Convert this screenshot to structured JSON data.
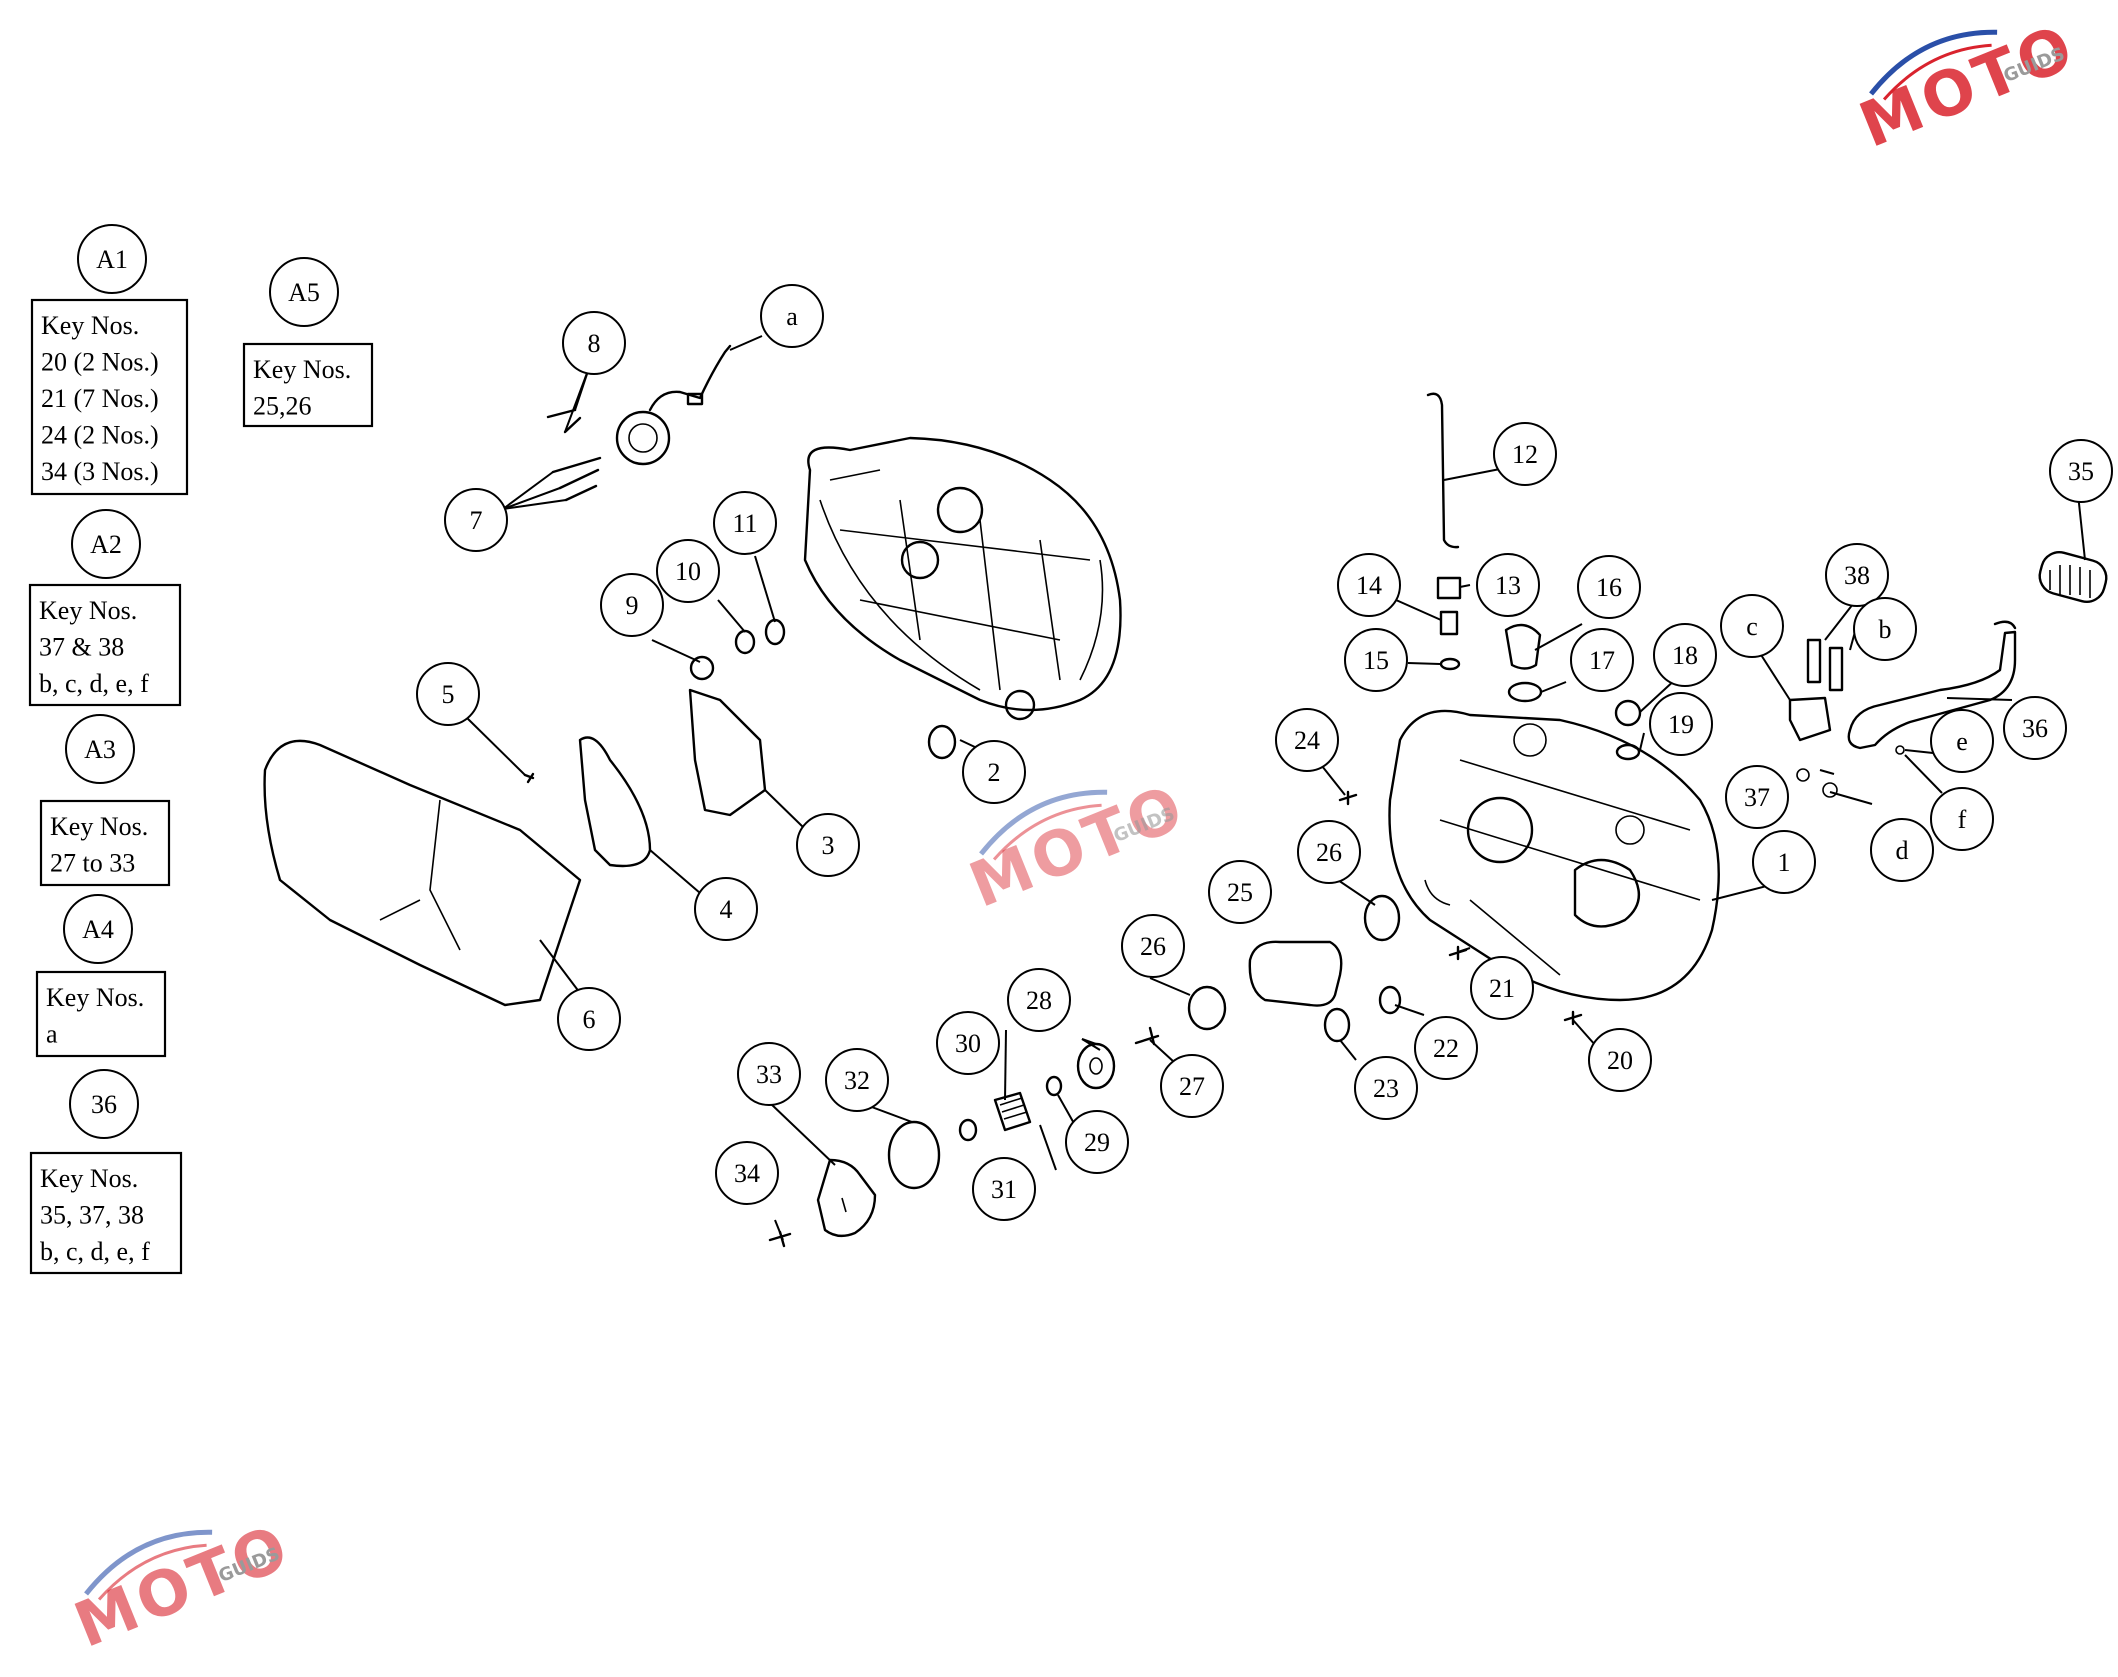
{
  "key_groups": [
    {
      "id": "A1",
      "lines": [
        "Key Nos.",
        "20 (2 Nos.)",
        "21 (7 Nos.)",
        "24 (2 Nos.)",
        "34 (3 Nos.)"
      ]
    },
    {
      "id": "A2",
      "lines": [
        "Key Nos.",
        "37 & 38",
        "b, c, d, e, f"
      ]
    },
    {
      "id": "A3",
      "lines": [
        "Key Nos.",
        "27 to 33"
      ]
    },
    {
      "id": "A4",
      "lines": [
        "Key Nos.",
        "a"
      ]
    },
    {
      "id": "36",
      "lines": [
        "Key Nos.",
        "35, 37, 38",
        "b, c, d, e, f"
      ]
    },
    {
      "id": "A5",
      "lines": [
        "Key Nos.",
        "25,26"
      ]
    }
  ],
  "callouts": [
    "1",
    "2",
    "3",
    "4",
    "5",
    "6",
    "7",
    "8",
    "9",
    "10",
    "11",
    "12",
    "13",
    "14",
    "15",
    "16",
    "17",
    "18",
    "19",
    "20",
    "21",
    "22",
    "23",
    "24",
    "25",
    "26",
    "26",
    "27",
    "28",
    "29",
    "30",
    "31",
    "32",
    "33",
    "34",
    "35",
    "36",
    "37",
    "38",
    "a",
    "b",
    "c",
    "d",
    "e",
    "f"
  ],
  "watermark": {
    "brand": "MOTO",
    "sub": "GUIDS",
    "colors": {
      "accent": "#2a4fa8",
      "brand": "#d9232d",
      "grey": "#9a9a9a"
    }
  }
}
